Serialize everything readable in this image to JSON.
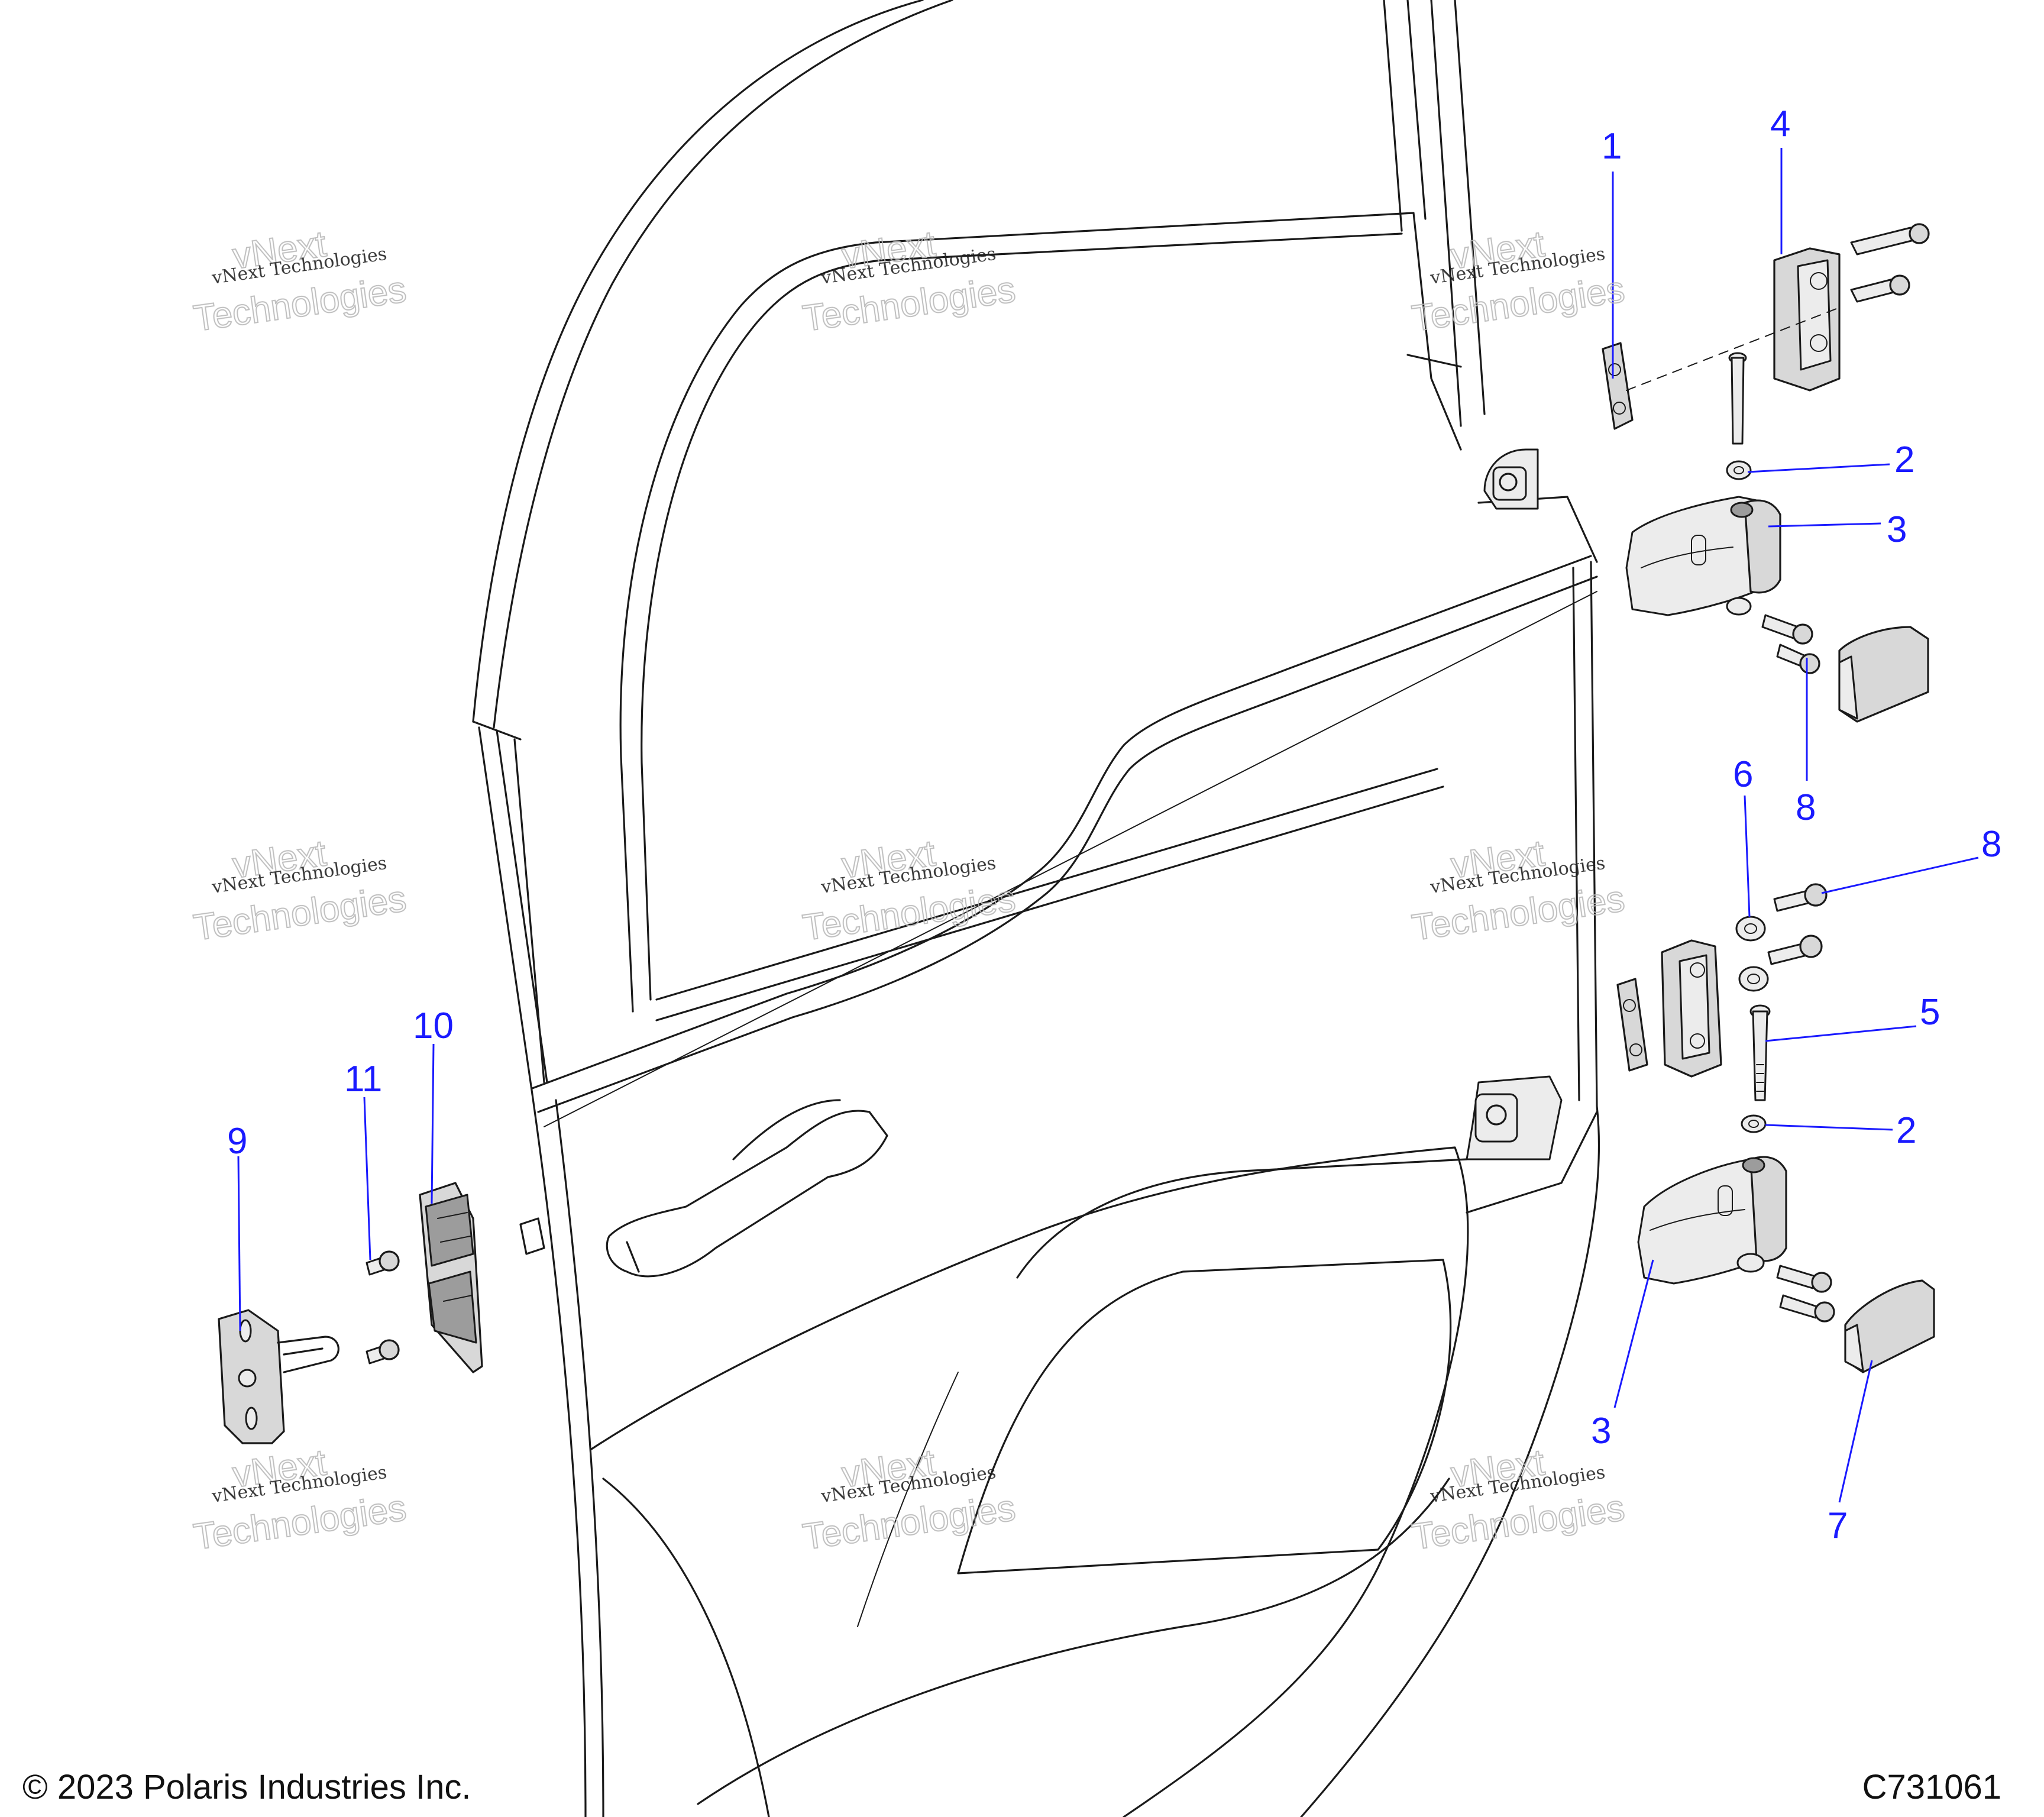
{
  "footer": {
    "copyright": "© 2023 Polaris Industries Inc.",
    "diagram_code": "C731061"
  },
  "watermark": {
    "line1": "vNext Technologies",
    "line2": "vNext",
    "line3": "Technologies"
  },
  "callouts": [
    "1",
    "2",
    "3",
    "4",
    "5",
    "6",
    "7",
    "8",
    "9",
    "10",
    "11"
  ],
  "colors": {
    "callout": "#1a1aff",
    "line_art": "#1a1a1a",
    "part_fill": "#d8d8d8"
  }
}
